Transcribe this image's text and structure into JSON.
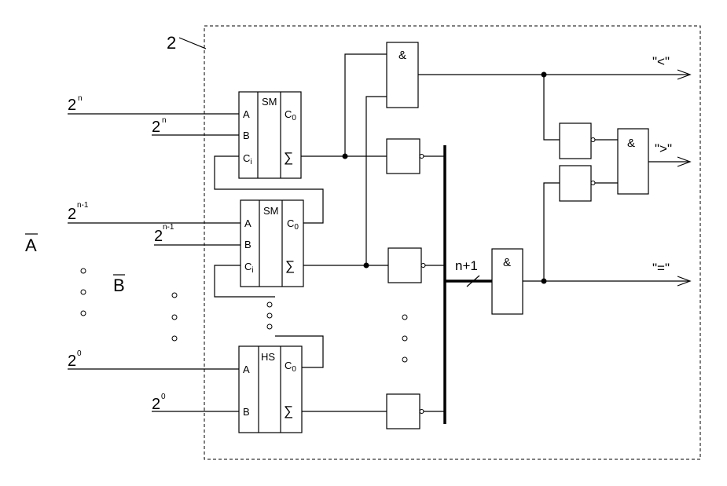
{
  "block_label": "2",
  "inputs": {
    "a_label": "A",
    "b_label": "B",
    "a_bit_n": {
      "base": "2",
      "exp": "n"
    },
    "b_bit_n": {
      "base": "2",
      "exp": "n"
    },
    "a_bit_n1": {
      "base": "2",
      "exp": "n-1"
    },
    "b_bit_n1": {
      "base": "2",
      "exp": "n-1"
    },
    "a_bit_0": {
      "base": "2",
      "exp": "0"
    },
    "b_bit_0": {
      "base": "2",
      "exp": "0"
    }
  },
  "adders": [
    {
      "title": "SM",
      "in_a": "A",
      "in_b": "B",
      "in_c": "C",
      "in_c_sub": "i",
      "out_c": "C",
      "out_c_sub": "0",
      "sum": "∑"
    },
    {
      "title": "SM",
      "in_a": "A",
      "in_b": "B",
      "in_c": "C",
      "in_c_sub": "i",
      "out_c": "C",
      "out_c_sub": "0",
      "sum": "∑"
    },
    {
      "title": "HS",
      "in_a": "A",
      "in_b": "B",
      "out_c": "C",
      "out_c_sub": "0",
      "sum": "∑"
    }
  ],
  "gates": {
    "and_top": "&",
    "and_eq": "&",
    "and_gt": "&"
  },
  "bus_label": "n+1",
  "outputs": {
    "lt": "\"<\"",
    "gt": "\">\"",
    "eq": "\"=\""
  }
}
